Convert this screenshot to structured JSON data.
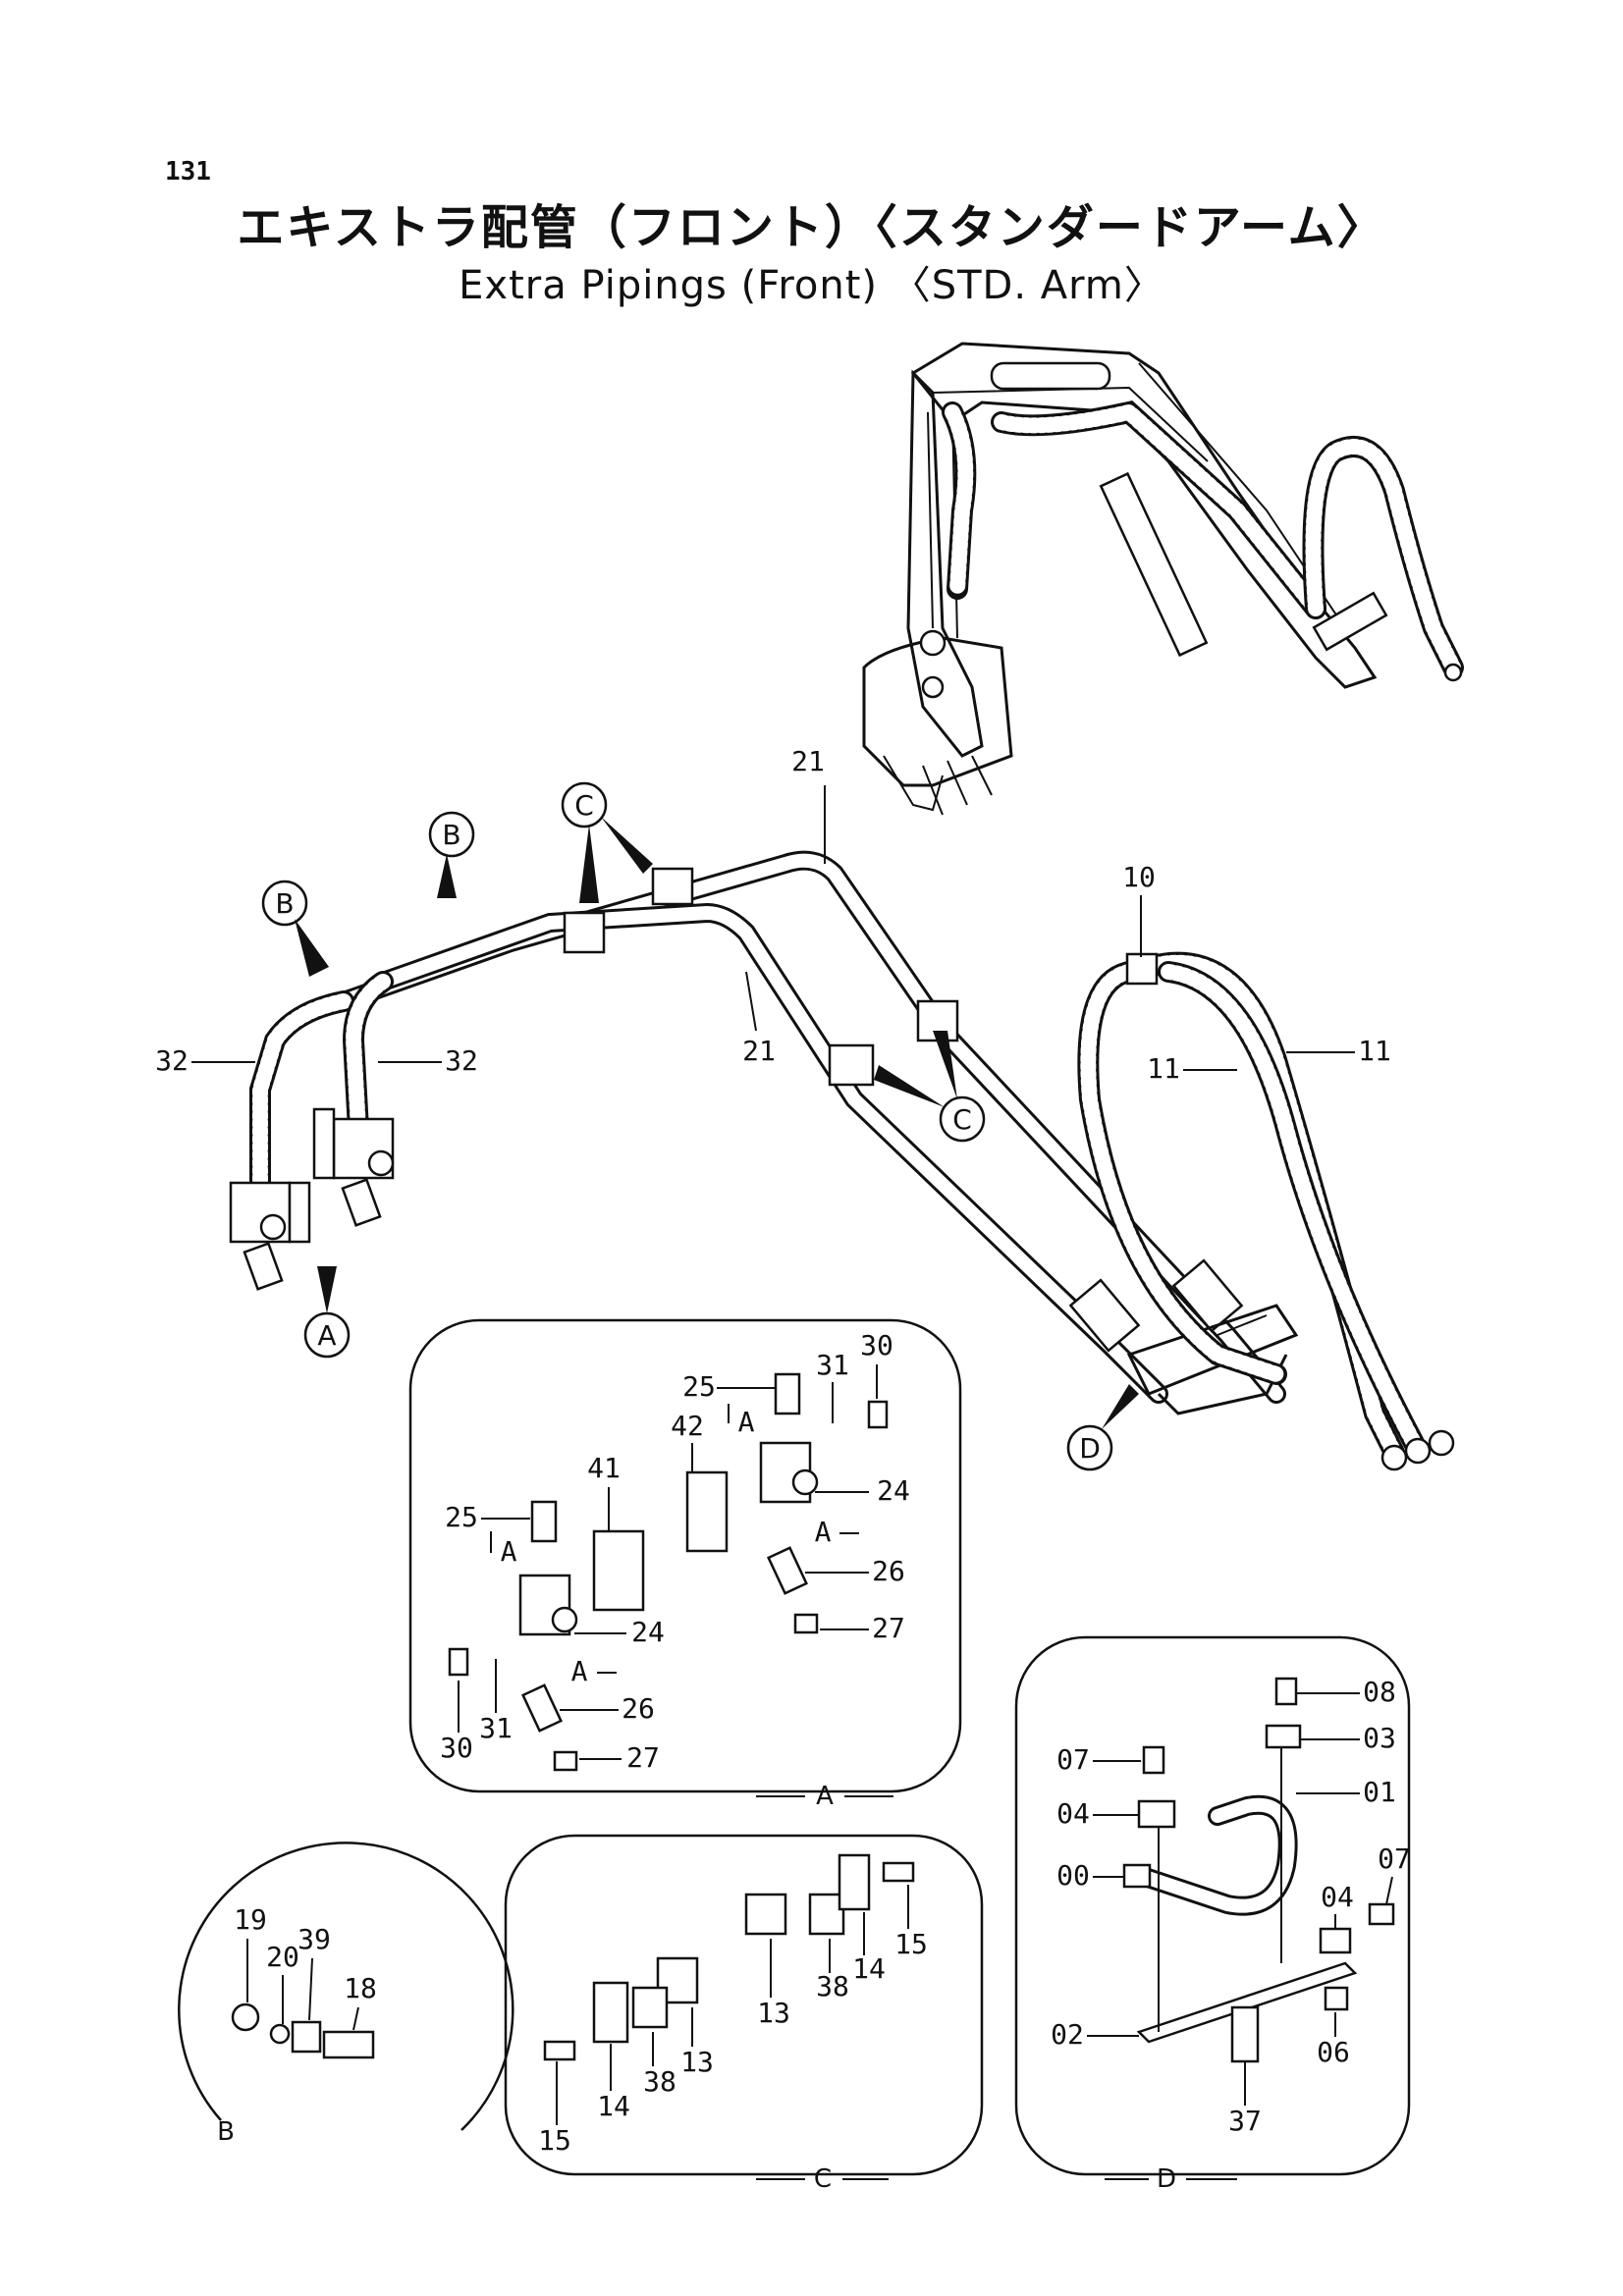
{
  "page_number": "131",
  "title_jp": "エキストラ配管（フロント）〈スタンダードアーム〉",
  "title_en": "Extra Pipings (Front) 〈STD. Arm〉",
  "callouts": {
    "a": "A",
    "b": "B",
    "c": "C",
    "d": "D"
  },
  "part_numbers": {
    "p21a": "21",
    "p21b": "21",
    "p10": "10",
    "p11a": "11",
    "p11b": "11",
    "p32a": "32",
    "p32b": "32"
  },
  "detail_a": {
    "caption": "A",
    "labels": {
      "p25a": "25",
      "p25b": "25",
      "p31a": "31",
      "p31b": "31",
      "p30a": "30",
      "p30b": "30",
      "p42": "42",
      "p41": "41",
      "p24a": "24",
      "p24b": "24",
      "p26a": "26",
      "p26b": "26",
      "p27a": "27",
      "p27b": "27",
      "ref1": "A",
      "ref2": "A",
      "ref3": "A",
      "ref4": "A"
    }
  },
  "detail_b": {
    "caption": "B",
    "labels": {
      "p19": "19",
      "p20": "20",
      "p39": "39",
      "p18": "18"
    }
  },
  "detail_c": {
    "caption": "C",
    "labels": {
      "p13a": "13",
      "p13b": "13",
      "p38a": "38",
      "p38b": "38",
      "p14a": "14",
      "p14b": "14",
      "p15a": "15",
      "p15b": "15"
    }
  },
  "detail_d": {
    "caption": "D",
    "labels": {
      "p08": "08",
      "p03": "03",
      "p07a": "07",
      "p07b": "07",
      "p01": "01",
      "p04a": "04",
      "p04b": "04",
      "p00": "00",
      "p02": "02",
      "p06": "06",
      "p37": "37"
    }
  }
}
